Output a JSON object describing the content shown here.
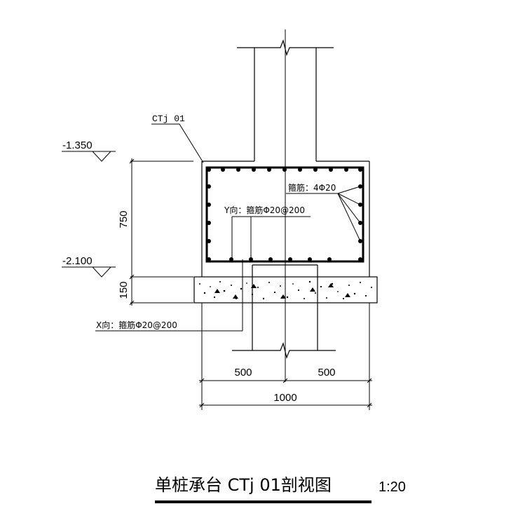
{
  "component_label": "CTj 01",
  "elevations": {
    "top": "-1.350",
    "bottom": "-2.100"
  },
  "vertical_dims": {
    "cap_depth": "750",
    "cushion_depth": "150"
  },
  "horizontal_dims": {
    "left_half": "500",
    "right_half": "500",
    "total": "1000"
  },
  "rebar_labels": {
    "stirrup": "箍筋：4Φ20",
    "y_direction": "Y向：箍筋Φ20@200",
    "x_direction": "X向：箍筋Φ20@200"
  },
  "title": {
    "main": "单桩承台  CTj  01剖视图",
    "scale": "1:20"
  }
}
